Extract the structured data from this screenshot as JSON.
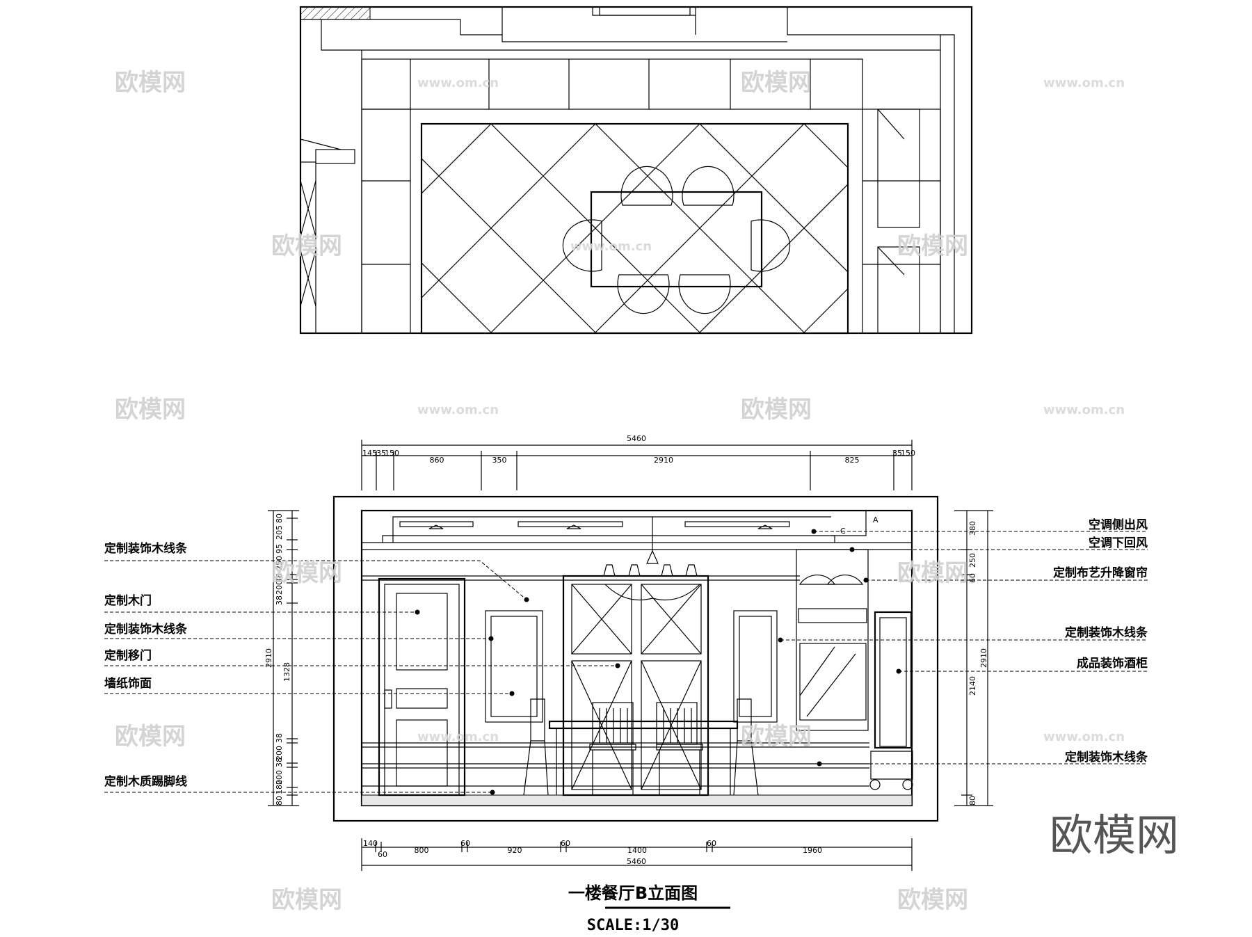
{
  "title": "一楼餐厅B立面图",
  "scale": "SCALE:1/30",
  "brand_mark": "欧模网",
  "watermark_text": "欧模网",
  "watermark_url": "www.om.cn",
  "left_labels": [
    "定制装饰木线条",
    "定制木门",
    "定制装饰木线条",
    "定制移门",
    "墙纸饰面",
    "定制木质踢脚线"
  ],
  "right_labels": [
    "空调侧出风",
    "空调下回风",
    "定制布艺升降窗帘",
    "定制装饰木线条",
    "成品装饰酒柜",
    "定制装饰木线条"
  ],
  "top_dims": {
    "overall": "5460",
    "segments": [
      "145",
      "35",
      "150",
      "860",
      "350",
      "2910",
      "825",
      "35",
      "150"
    ]
  },
  "bottom_dims": {
    "overall": "5460",
    "segments": [
      "140",
      "60",
      "800",
      "60",
      "920",
      "60",
      "1400",
      "60",
      "1960"
    ]
  },
  "left_dims": {
    "overall": "2910",
    "segments": [
      "80",
      "205",
      "95",
      "250",
      "38",
      "38",
      "200",
      "1328",
      "38",
      "200",
      "38",
      "200",
      "80",
      "180"
    ]
  },
  "right_dims": {
    "overall": "2910",
    "segments": [
      "380",
      "250",
      "60",
      "2140",
      "80"
    ]
  },
  "section_marks": [
    "A",
    "C"
  ]
}
